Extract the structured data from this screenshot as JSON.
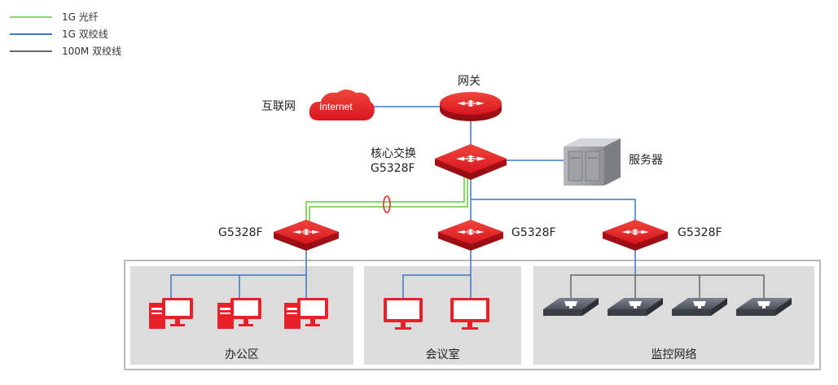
{
  "legend": [
    {
      "label": "1G 光纤",
      "color": "#8fd46a"
    },
    {
      "label": "1G 双绞线",
      "color": "#3f76c4"
    },
    {
      "label": "100M 双绞线",
      "color": "#666666"
    }
  ],
  "nodes": {
    "internet": {
      "cloud_text": "Internet",
      "label": "互联网"
    },
    "gateway": {
      "label": "网关"
    },
    "core": {
      "label_line1": "核心交换",
      "label_line2": "G5328F"
    },
    "server": {
      "label": "服务器"
    },
    "switch_left": {
      "label": "G5328F"
    },
    "switch_mid": {
      "label": "G5328F"
    },
    "switch_right": {
      "label": "G5328F"
    }
  },
  "zones": {
    "office": {
      "label": "办公区"
    },
    "meeting": {
      "label": "会议室"
    },
    "monitor": {
      "label": "监控网络"
    }
  },
  "colors": {
    "device_red": "#e8202a",
    "fiber": "#8fd46a",
    "gigabit": "#3f76c4",
    "fast": "#666666",
    "zone_bg": "#dcdcdc"
  }
}
